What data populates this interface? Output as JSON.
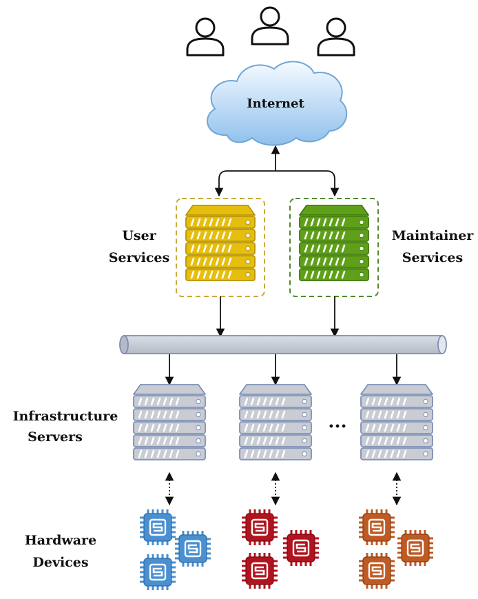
{
  "cloud": {
    "label": "Internet"
  },
  "labels": {
    "user_services": [
      "User",
      "Services"
    ],
    "maintainer_services": [
      "Maintainer",
      "Services"
    ],
    "infrastructure_servers": [
      "Infrastructure",
      "Servers"
    ],
    "hardware_devices": [
      "Hardware",
      "Devices"
    ],
    "ellipsis": "..."
  },
  "users": {
    "count": 3,
    "icon": "user-icon"
  },
  "service_servers": [
    {
      "name": "user-services",
      "color": "#E6BE0E",
      "dark": "#B89406",
      "border": "#C9A93A"
    },
    {
      "name": "maintainer-services",
      "color": "#5FA019",
      "dark": "#3F7A0A",
      "border": "#4E8A2A"
    }
  ],
  "infrastructure": {
    "count": 3,
    "color": "#C9CCD3",
    "dark": "#7E90B6"
  },
  "device_groups": [
    {
      "color": "#4A8FD0",
      "dark": "#2C6CA8",
      "chips": 3
    },
    {
      "color": "#B0141E",
      "dark": "#7E0A12",
      "chips": 3
    },
    {
      "color": "#BE5A24",
      "dark": "#8C3E14",
      "chips": 3
    }
  ],
  "colors": {
    "bus": "#C8CCD6",
    "bus_border": "#7F8DB0",
    "arrow": "#111111"
  }
}
